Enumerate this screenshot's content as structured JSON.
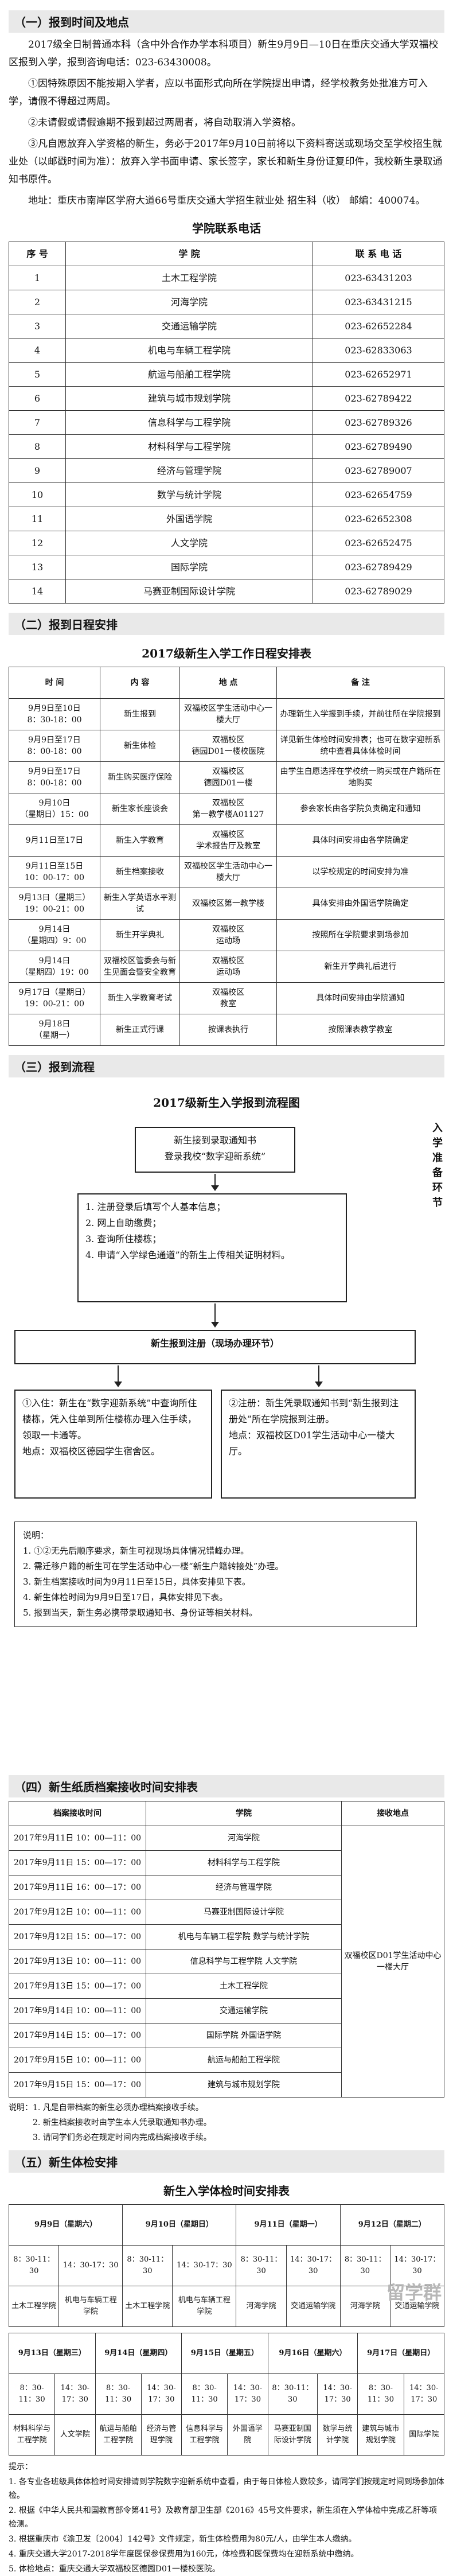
{
  "s1": {
    "title": "（一）报到时间及地点",
    "paras": [
      "2017级全日制普通本科（含中外合作办学本科项目）新生9月9日—10日在重庆交通大学双福校区报到入学，报到咨询电话：023-63430008。",
      "①因特殊原因不能按期入学者，应以书面形式向所在学院提出申请，经学校教务处批准方可入学，请假不得超过两周。",
      "②未请假或请假逾期不报到超过两周者，将自动取消入学资格。",
      "③凡自愿放弃入学资格的新生，务必于2017年9月10日前将以下资料寄送或现场交至学校招生就业处（以邮戳时间为准）：放弃入学书面申请、家长签字，家长和新生身份证复印件，我校新生录取通知书原件。",
      "地址：重庆市南岸区学府大道66号重庆交通大学招生就业处 招生科（收） 邮编：400074。"
    ]
  },
  "contacts": {
    "title": "学院联系电话",
    "headers": [
      "序 号",
      "学 院",
      "联 系 电 话"
    ],
    "rows": [
      [
        "1",
        "土木工程学院",
        "023-63431203"
      ],
      [
        "2",
        "河海学院",
        "023-63431215"
      ],
      [
        "3",
        "交通运输学院",
        "023-62652284"
      ],
      [
        "4",
        "机电与车辆工程学院",
        "023-62833063"
      ],
      [
        "5",
        "航运与船舶工程学院",
        "023-62652971"
      ],
      [
        "6",
        "建筑与城市规划学院",
        "023-62789422"
      ],
      [
        "7",
        "信息科学与工程学院",
        "023-62789326"
      ],
      [
        "8",
        "材料科学与工程学院",
        "023-62789490"
      ],
      [
        "9",
        "经济与管理学院",
        "023-62789007"
      ],
      [
        "10",
        "数学与统计学院",
        "023-62654759"
      ],
      [
        "11",
        "外国语学院",
        "023-62652308"
      ],
      [
        "12",
        "人文学院",
        "023-62652475"
      ],
      [
        "13",
        "国际学院",
        "023-62789429"
      ],
      [
        "14",
        "马赛亚制国际设计学院",
        "023-62789029"
      ]
    ]
  },
  "s2": {
    "title": "（二）报到日程安排"
  },
  "schedule": {
    "title": "2017级新生入学工作日程安排表",
    "headers": [
      "时 间",
      "内 容",
      "地 点",
      "备 注"
    ],
    "rows": [
      [
        "9月9日至10日\n8：30-18：00",
        "新生报到",
        "双福校区学生活动中心一楼大厅",
        "办理新生入学报到手续，并前往所在学院报到"
      ],
      [
        "9月9日至17日\n8：00-18：00",
        "新生体检",
        "双福校区\n德园D01一楼校医院",
        "详见新生体检时间安排表；也可在数字迎新系统中查看具体体检时间"
      ],
      [
        "9月9日至17日\n8：00-18：00",
        "新生购买医疗保险",
        "双福校区\n德园D01一楼",
        "由学生自愿选择在学校统一购买或在户籍所在地购买"
      ],
      [
        "9月10日\n（星期日）15：00",
        "新生家长座谈会",
        "双福校区\n第一教学楼A01127",
        "参会家长由各学院负责确定和通知"
      ],
      [
        "9月11日至17日",
        "新生入学教育",
        "双福校区\n学术报告厅及教室",
        "具体时间安排由各学院确定"
      ],
      [
        "9月11日至15日\n10：00-17：00",
        "新生档案接收",
        "双福校区学生活动中心一楼大厅",
        "以学校规定的时间安排为准"
      ],
      [
        "9月13日（星期三）\n19：00-21：00",
        "新生入学英语水平测试",
        "双福校区第一教学楼",
        "具体安排由外国语学院确定"
      ],
      [
        "9月14日\n（星期四）9：00",
        "新生开学典礼",
        "双福校区\n运动场",
        "按照所在学院要求到场参加"
      ],
      [
        "9月14日\n（星期四）19：00",
        "双福校区管委会与新生见面会暨安全教育",
        "双福校区\n运动场",
        "新生开学典礼后进行"
      ],
      [
        "9月17日（星期日）\n19：00-21：00",
        "新生入学教育考试",
        "双福校区\n教室",
        "具体时间安排由学院通知"
      ],
      [
        "9月18日\n（星期一）",
        "新生正式行课",
        "按课表执行",
        "按照课表教学教室"
      ]
    ]
  },
  "s3": {
    "title": "（三）报到流程"
  },
  "flow": {
    "title": "2017级新生入学报到流程图",
    "box1": "新生接到录取通知书\n登录我校“数字迎新系统”",
    "box2": "1. 注册登录后填写个人基本信息；\n2. 网上自助缴费；\n3. 查询所住楼栋；\n4. 申请“入学绿色通道”的新生上传相关证明材料。",
    "side_label": "入学准备环节",
    "box3": "新生报到注册（现场办理环节）",
    "box4": "①入住：新生在“数字迎新系统”中查询所住楼栋，凭入住单到所住楼栋办理入住手续，领取一卡通等。\n地点：双福校区德园学生宿舍区。",
    "box5": "②注册：新生凭录取通知书到“新生报到注册处”所在学院报到注册。\n地点：双福校区D01学生活动中心一楼大厅。",
    "notes_title": "说明：",
    "notes": [
      "1. ①②无先后顺序要求，新生可视现场具体情况错峰办理。",
      "2. 需迁移户籍的新生可在学生活动中心一楼“新生户籍转接处”办理。",
      "3. 新生档案接收时间为9月11日至15日，具体安排见下表。",
      "4. 新生体检时间为9月9日至17日，具体安排见下表。",
      "5. 报到当天，新生务必携带录取通知书、身份证等相关材料。"
    ]
  },
  "s4": {
    "title": "（四）新生纸质档案接收时间安排表"
  },
  "archive": {
    "headers": [
      "档案接收时间",
      "学院",
      "接收地点"
    ],
    "rows": [
      [
        "2017年9月11日 10：00—11：00",
        "河海学院"
      ],
      [
        "2017年9月11日 15：00—17：00",
        "材料科学与工程学院"
      ],
      [
        "2017年9月11日 16：00—17：00",
        "经济与管理学院"
      ],
      [
        "2017年9月12日 10：00—11：00",
        "马赛亚制国际设计学院"
      ],
      [
        "2017年9月12日 15：00—17：00",
        "机电与车辆工程学院 数学与统计学院"
      ],
      [
        "2017年9月13日 10：00—11：00",
        "信息科学与工程学院 人文学院"
      ],
      [
        "2017年9月13日 15：00—17：00",
        "土木工程学院"
      ],
      [
        "2017年9月14日 10：00—11：00",
        "交通运输学院"
      ],
      [
        "2017年9月14日 15：00—17：00",
        "国际学院 外国语学院"
      ],
      [
        "2017年9月15日 10：00—11：00",
        "航运与船舶工程学院"
      ],
      [
        "2017年9月15日 15：00—17：00",
        "建筑与城市规划学院"
      ]
    ],
    "place": "双福校区D01学生活动中心一楼大厅",
    "notes": [
      "说明：1. 凡是自带档案的新生必须办理档案接收手续。",
      "2. 新生档案接收时由学生本人凭录取通知书办理。",
      "3. 请同学们务必在规定时间内完成档案接收手续。"
    ]
  },
  "s5": {
    "title": "（五）新生体检安排"
  },
  "exam": {
    "title": "新生入学体检时间安排表",
    "dates1": [
      "9月9日（星期六）",
      "9月10日（星期日）",
      "9月11日（星期一）",
      "9月12日（星期二）"
    ],
    "times": [
      "8：30-11：30",
      "14：30-17：30"
    ],
    "cells1": [
      "土木工程学院",
      "机电与车辆工程学院",
      "土木工程学院",
      "机电与车辆工程学院",
      "河海学院",
      "交通运输学院",
      "河海学院",
      "交通运输学院"
    ],
    "dates2": [
      "9月13日（星期三）",
      "9月14日（星期四）",
      "9月15日（星期五）",
      "9月16日（星期六）",
      "9月17日（星期日）"
    ],
    "cells2": [
      "材料科学与工程学院",
      "人文学院",
      "航运与船舶工程学院",
      "经济与管理学院",
      "信息科学与工程学院",
      "外国语学院",
      "马赛亚制国际设计学院",
      "数学与统计学院",
      "建筑与城市规划学院",
      "国际学院"
    ],
    "notes_title": "提示：",
    "notes": [
      "1. 各专业各班级具体体检时间安排请到学院数字迎新系统中查看，由于每日体检人数较多，请同学们按规定时间到场参加体检。",
      "2. 根据《中华人民共和国教育部令第41号》及教育部卫生部《2016》45号文件要求，新生须在入学体检中完成乙肝等项检测。",
      "3. 根据重庆市《渝卫发〔2004〕142号》文件规定，新生体检费用为80元/人，由学生本人缴纳。",
      "4. 重庆交通大学2017-2018学年度医保参保费用为160元，体检费和医保费均在迎新系统中缴纳。",
      "5. 体检地点：重庆交通大学双福校区德园D01一楼校医院。"
    ]
  },
  "watermark": "留学群"
}
